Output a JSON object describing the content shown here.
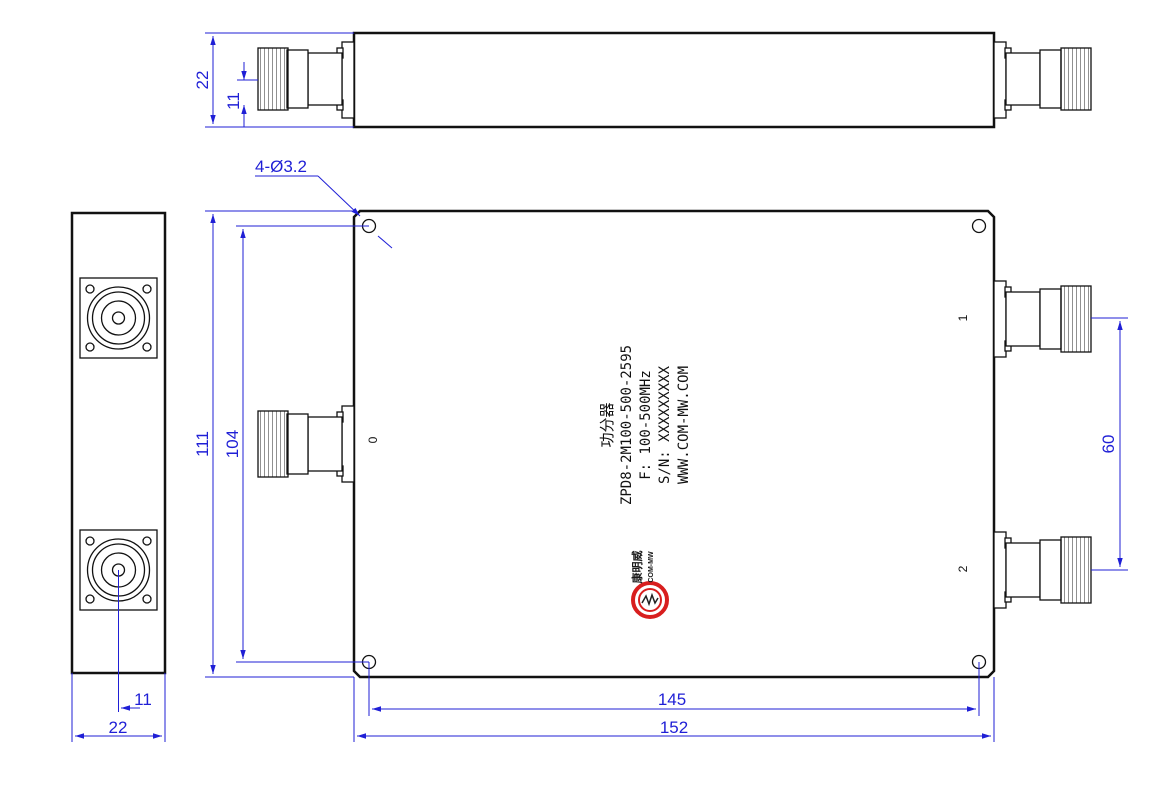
{
  "drawing": {
    "label": {
      "name": "功分器",
      "model": "ZPD8-2M100-500-2595",
      "freq": "F: 100-500MHz",
      "sn": "S/N: XXXXXXXXX",
      "web": "WWW.COM-MW.COM"
    },
    "logo": {
      "brand": "COM-MW",
      "chinese": "康明威"
    },
    "ports": {
      "input": "0",
      "out1": "1",
      "out2": "2"
    },
    "dimensions": {
      "top_height": "22",
      "top_conn_height": "11",
      "hole": "4-Ø3.2",
      "left_height": "111",
      "left_inner": "104",
      "port_spacing": "60",
      "side_width": "22",
      "side_conn": "11",
      "bottom_inner": "145",
      "bottom_total": "152"
    },
    "colors": {
      "dimension": "#1f1fd6",
      "outline": "#111111",
      "logo_red": "#d81e1e"
    }
  }
}
